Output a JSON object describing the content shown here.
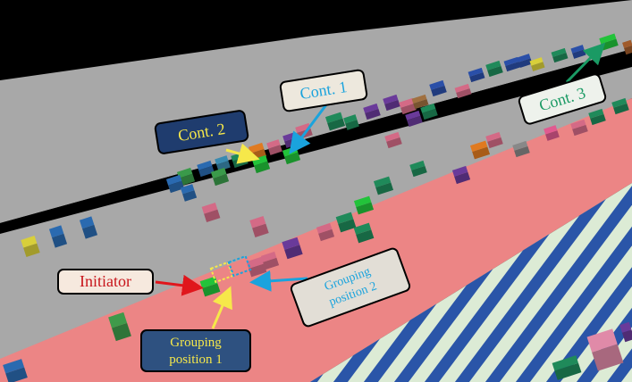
{
  "scene": {
    "description_free": true,
    "colors": {
      "sky": "#000000",
      "road": "#a8a8a8",
      "median": "#000000",
      "sidewalk": "#ec8585",
      "crosswalk_light": "#dcebd5",
      "crosswalk_stripe": "#2a55a8"
    }
  },
  "labels": {
    "initiator": "Initiator",
    "cont1": "Cont. 1",
    "cont2": "Cont. 2",
    "cont3": "Cont. 3",
    "grouping_position_2_line1": "Grouping",
    "grouping_position_2_line2": "position 2",
    "grouping_position_1_line1": "Grouping",
    "grouping_position_1_line2": "position 1"
  },
  "arrow_colors": {
    "initiator": "#e0161c",
    "cont1": "#1aa3dd",
    "cont2": "#f6e84a",
    "cont3": "#1a9a64",
    "grouping_position_1": "#f6e84a",
    "grouping_position_2": "#1aa3dd"
  }
}
